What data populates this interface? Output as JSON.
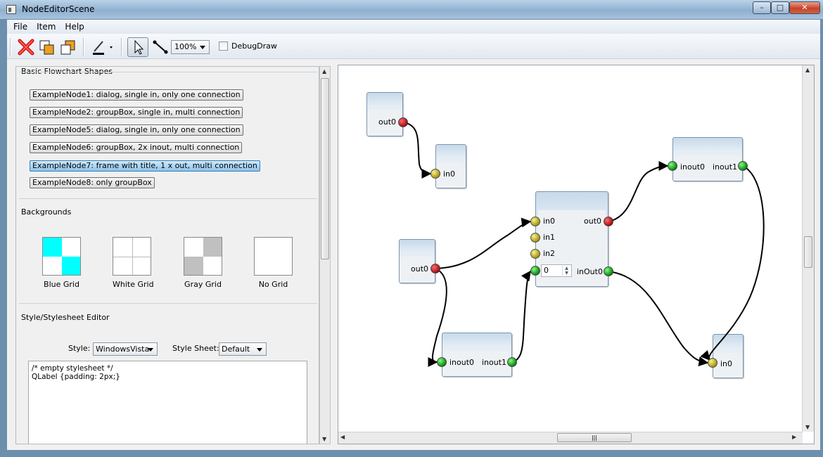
{
  "window": {
    "title": "NodeEditorScene",
    "min": "–",
    "max": "□",
    "close": "✕"
  },
  "menu": {
    "items": [
      "File",
      "Item",
      "Help"
    ]
  },
  "toolbar": {
    "zoom": "100%",
    "debug_label": "DebugDraw"
  },
  "left": {
    "flowchart_title": "Basic Flowchart Shapes",
    "node_buttons": [
      "ExampleNode1: dialog, single in, only one connection",
      "ExampleNode2: groupBox, single in, multi connection",
      "ExampleNode5: dialog, single in, only one connection",
      "ExampleNode6: groupBox, 2x inout, multi connection",
      "ExampleNode7: frame with title, 1 x out, multi connection",
      "ExampleNode8: only groupBox"
    ],
    "backgrounds_title": "Backgrounds",
    "backgrounds": [
      "Blue Grid",
      "White Grid",
      "Gray Grid",
      "No Grid"
    ],
    "style_title": "Style/Stylesheet Editor",
    "style_label": "Style:",
    "style_value": "WindowsVista",
    "sheet_label": "Style Sheet:",
    "sheet_value": "Default",
    "editor_lines": [
      "/* empty stylesheet */",
      "QLabel {padding: 2px;}"
    ]
  },
  "scene": {
    "ports": {
      "n1_out0": "out0",
      "n2_in0": "in0",
      "n3_out0": "out0",
      "n4_in0": "in0",
      "n4_in1": "in1",
      "n4_in2": "in2",
      "n4_spin": "0",
      "n4_out0": "out0",
      "n4_inout0": "inOut0",
      "n5_inout0": "inout0",
      "n5_inout1": "inout1",
      "n6_inout0": "inout0",
      "n6_inout1": "inout1",
      "n7_in0": "in0"
    },
    "colors": {
      "red": "#c0161a",
      "yellow": "#c8c021",
      "green": "#1aa51e"
    }
  }
}
